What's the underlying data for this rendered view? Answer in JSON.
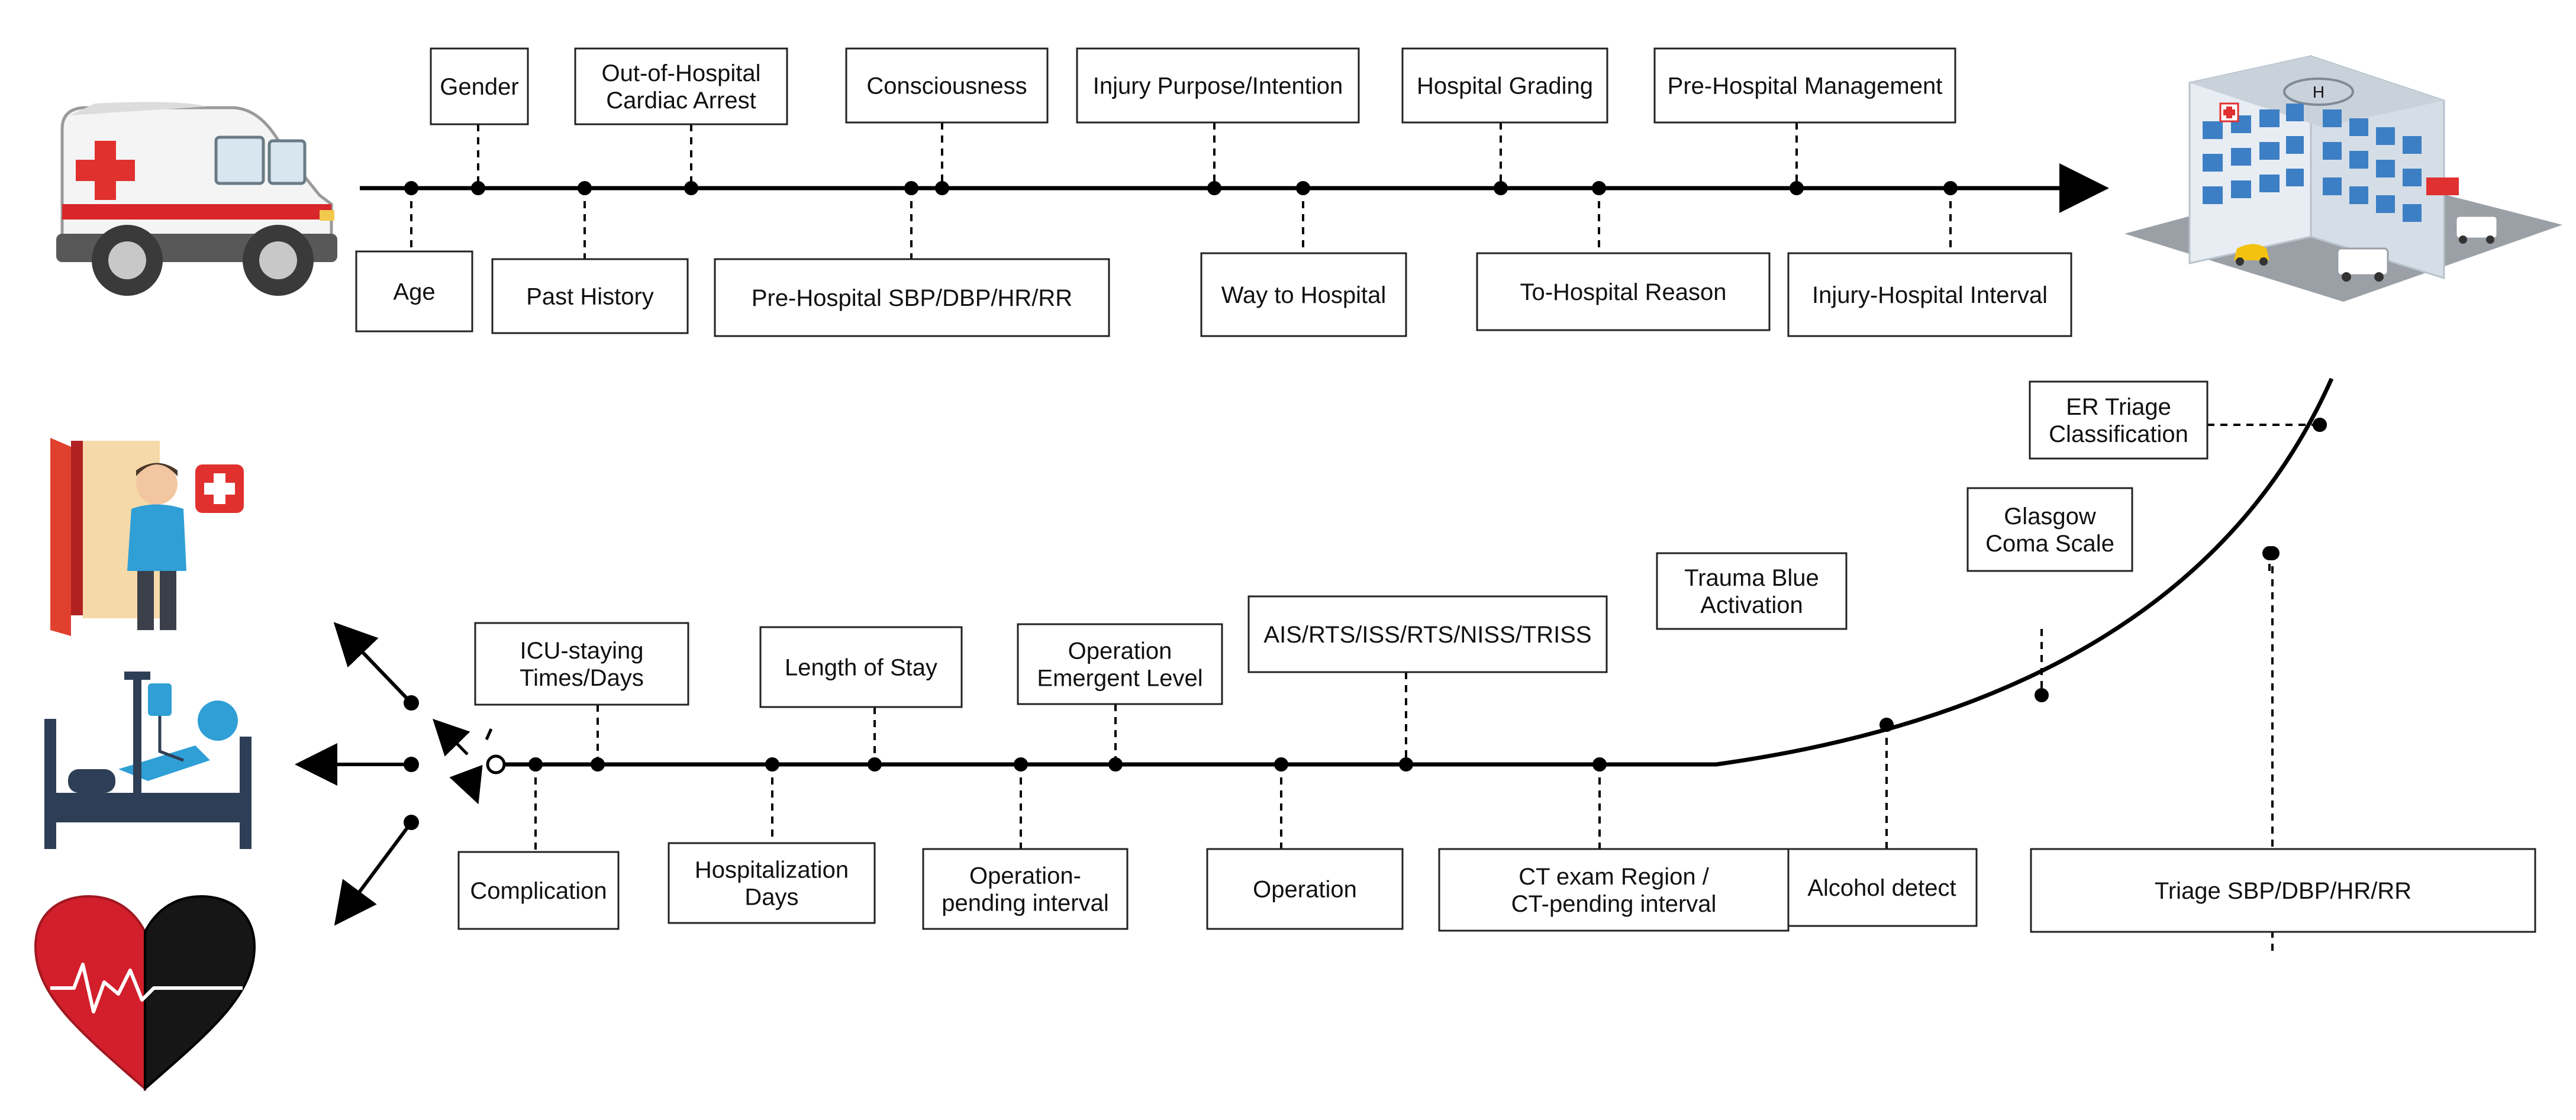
{
  "top_timeline": {
    "above": [
      {
        "id": "gender",
        "lines": [
          "Gender"
        ]
      },
      {
        "id": "ohca",
        "lines": [
          "Out-of-Hospital",
          "Cardiac Arrest"
        ]
      },
      {
        "id": "consciousness",
        "lines": [
          "Consciousness"
        ]
      },
      {
        "id": "injury-purpose",
        "lines": [
          "Injury Purpose/Intention"
        ]
      },
      {
        "id": "hospital-grading",
        "lines": [
          "Hospital Grading"
        ]
      },
      {
        "id": "prehospital-management",
        "lines": [
          "Pre-Hospital Management"
        ]
      }
    ],
    "below": [
      {
        "id": "age",
        "lines": [
          "Age"
        ]
      },
      {
        "id": "past-history",
        "lines": [
          "Past History"
        ]
      },
      {
        "id": "prehospital-vitals",
        "lines": [
          "Pre-Hospital SBP/DBP/HR/RR"
        ]
      },
      {
        "id": "way-to-hospital",
        "lines": [
          "Way to Hospital"
        ]
      },
      {
        "id": "to-hospital-reason",
        "lines": [
          "To-Hospital Reason"
        ]
      },
      {
        "id": "injury-hospital-interval",
        "lines": [
          "Injury-Hospital Interval"
        ]
      }
    ]
  },
  "bottom_timeline": {
    "above": [
      {
        "id": "er-triage",
        "lines": [
          "ER Triage",
          "Classification"
        ]
      },
      {
        "id": "glasgow",
        "lines": [
          "Glasgow",
          "Coma Scale"
        ]
      },
      {
        "id": "trauma-blue",
        "lines": [
          "Trauma Blue",
          "Activation"
        ]
      },
      {
        "id": "ais-scores",
        "lines": [
          "AIS/RTS/ISS/RTS/NISS/TRISS"
        ]
      },
      {
        "id": "operation-level",
        "lines": [
          "Operation",
          "Emergent Level"
        ]
      },
      {
        "id": "length-of-stay",
        "lines": [
          "Length of Stay"
        ]
      },
      {
        "id": "icu-staying",
        "lines": [
          "ICU-staying",
          "Times/Days"
        ]
      }
    ],
    "below": [
      {
        "id": "triage-vitals",
        "lines": [
          "Triage SBP/DBP/HR/RR"
        ]
      },
      {
        "id": "alcohol",
        "lines": [
          "Alcohol detect"
        ]
      },
      {
        "id": "ct-exam",
        "lines": [
          "CT exam Region /",
          "CT-pending interval"
        ]
      },
      {
        "id": "operation",
        "lines": [
          "Operation"
        ]
      },
      {
        "id": "operation-pending",
        "lines": [
          "Operation-",
          "pending interval"
        ]
      },
      {
        "id": "hospitalization-days",
        "lines": [
          "Hospitalization",
          "Days"
        ]
      },
      {
        "id": "complication",
        "lines": [
          "Complication"
        ]
      }
    ]
  },
  "icons": {
    "ambulance": "ambulance-icon",
    "hospital": "hospital-building-icon",
    "discharge": "discharge-door-icon",
    "bed": "hospital-bed-icon",
    "death": "heart-monitor-icon"
  },
  "colors": {
    "line": "#000000",
    "box_border": "#222222",
    "cross_red": "#e03030",
    "ambulance_stripe": "#d8262a",
    "heart_red": "#d21f2b",
    "patient_blue": "#2f9fd6",
    "bed_navy": "#2e3e56",
    "hospital_blue": "#3d7fc4"
  }
}
